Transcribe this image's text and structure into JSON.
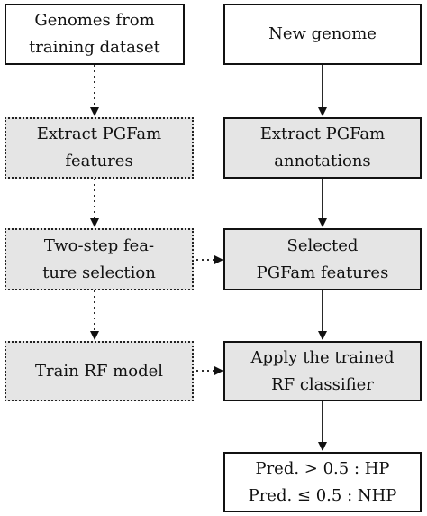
{
  "diagram": {
    "nodes": {
      "genomes_training": "Genomes from\ntraining dataset",
      "extract_features": "Extract PGFam\nfeatures",
      "two_step": "Two-step fea-\nture selection",
      "train_rf": "Train RF model",
      "new_genome": "New genome",
      "extract_annotations": "Extract PGFam\nannotations",
      "selected_features": "Selected\nPGFam features",
      "apply_classifier": "Apply the trained\nRF classifier",
      "prediction": "Pred. > 0.5 : HP\nPred. ≤ 0.5 : NHP"
    },
    "colors": {
      "stroke": "#111111",
      "fill_gray": "#e5e5e5",
      "fill_white": "#ffffff"
    }
  }
}
